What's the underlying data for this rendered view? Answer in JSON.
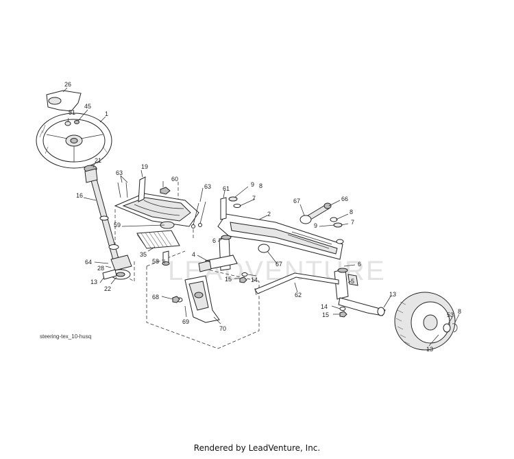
{
  "diagram": {
    "code": "steering-tex_10-husq",
    "watermark": "LEADVENTURE",
    "footer": "Rendered by LeadVenture, Inc."
  },
  "callouts": [
    {
      "id": "c26",
      "text": "26"
    },
    {
      "id": "c51",
      "text": "51"
    },
    {
      "id": "c45",
      "text": "45"
    },
    {
      "id": "c1",
      "text": "1"
    },
    {
      "id": "c21",
      "text": "21"
    },
    {
      "id": "c16",
      "text": "16"
    },
    {
      "id": "c63a",
      "text": "63"
    },
    {
      "id": "c19",
      "text": "19"
    },
    {
      "id": "c60",
      "text": "60"
    },
    {
      "id": "c63b",
      "text": "63"
    },
    {
      "id": "c61",
      "text": "61"
    },
    {
      "id": "c9a",
      "text": "9"
    },
    {
      "id": "c8a",
      "text": "8"
    },
    {
      "id": "c7a",
      "text": "7"
    },
    {
      "id": "c2",
      "text": "2"
    },
    {
      "id": "c67a",
      "text": "67"
    },
    {
      "id": "c66",
      "text": "66"
    },
    {
      "id": "c8b",
      "text": "8"
    },
    {
      "id": "c9b",
      "text": "9"
    },
    {
      "id": "c7b",
      "text": "7"
    },
    {
      "id": "c59",
      "text": "59"
    },
    {
      "id": "c6a",
      "text": "6"
    },
    {
      "id": "c35",
      "text": "35"
    },
    {
      "id": "c58",
      "text": "58"
    },
    {
      "id": "c4",
      "text": "4"
    },
    {
      "id": "c67b",
      "text": "67"
    },
    {
      "id": "c6b",
      "text": "6"
    },
    {
      "id": "c64",
      "text": "64"
    },
    {
      "id": "c28",
      "text": "28"
    },
    {
      "id": "c15a",
      "text": "15"
    },
    {
      "id": "c14a",
      "text": "14"
    },
    {
      "id": "c5",
      "text": "5"
    },
    {
      "id": "c13a",
      "text": "13"
    },
    {
      "id": "c22",
      "text": "22"
    },
    {
      "id": "c62",
      "text": "62"
    },
    {
      "id": "c68",
      "text": "68"
    },
    {
      "id": "c69",
      "text": "69"
    },
    {
      "id": "c70",
      "text": "70"
    },
    {
      "id": "c13b",
      "text": "13"
    },
    {
      "id": "c14b",
      "text": "14"
    },
    {
      "id": "c15b",
      "text": "15"
    },
    {
      "id": "c53",
      "text": "53"
    },
    {
      "id": "c8c",
      "text": "8"
    },
    {
      "id": "c13c",
      "text": "13"
    }
  ]
}
